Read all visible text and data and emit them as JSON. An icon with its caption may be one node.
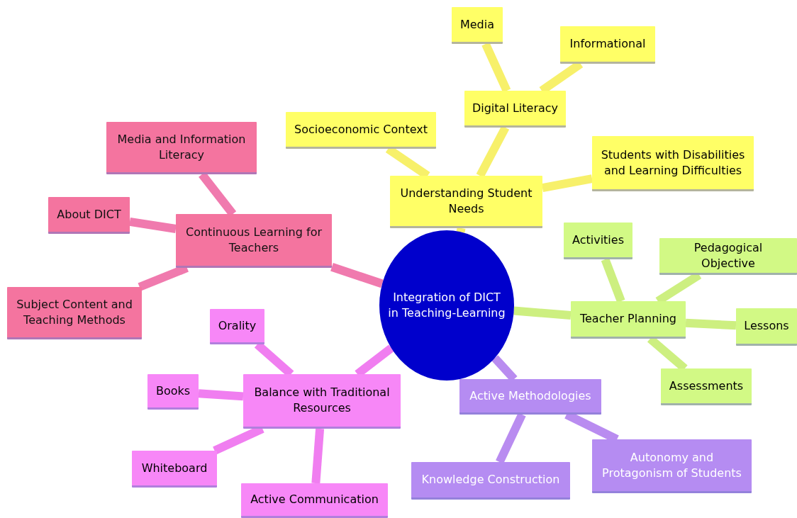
{
  "diagram": {
    "nodes": [
      {
        "text": [
          "Integration of DICT in Teaching-Learning"
        ]
      },
      {
        "text": [
          "Understanding Student Needs"
        ]
      },
      {
        "text": [
          "Digital Literacy"
        ]
      },
      {
        "text": [
          "Media"
        ]
      },
      {
        "text": [
          "Informational"
        ]
      },
      {
        "text": [
          "Socioeconomic Context"
        ]
      },
      {
        "text": [
          "Students with Disabilities and Learning Difficulties"
        ]
      },
      {
        "text": [
          "Continuous Learning for Teachers"
        ]
      },
      {
        "text": [
          "Media and Information Literacy"
        ]
      },
      {
        "text": [
          "About DICT"
        ]
      },
      {
        "text": [
          "Subject Content and Teaching Methods"
        ]
      },
      {
        "text": [
          "Teacher Planning"
        ]
      },
      {
        "text": [
          "Activities"
        ]
      },
      {
        "text": [
          "Pedagogical Objective"
        ]
      },
      {
        "text": [
          "Lessons"
        ]
      },
      {
        "text": [
          "Assessments"
        ]
      },
      {
        "text": [
          "Balance with Traditional Resources"
        ]
      },
      {
        "text": [
          "Orality"
        ]
      },
      {
        "text": [
          "Books"
        ]
      },
      {
        "text": [
          "Whiteboard"
        ]
      },
      {
        "text": [
          "Active Communication"
        ]
      },
      {
        "text": [
          "Active Methodologies"
        ]
      },
      {
        "text": [
          "Knowledge Construction"
        ]
      },
      {
        "text": [
          "Autonomy and Protagonism of Students"
        ]
      }
    ],
    "edges": [
      {
        "from": 0,
        "to": 1,
        "arrow": "none",
        "color": "#f7f06a"
      },
      {
        "from": 1,
        "to": 2,
        "arrow": "none",
        "color": "#f7f06a"
      },
      {
        "from": 2,
        "to": 3,
        "arrow": "none",
        "color": "#f7f06a"
      },
      {
        "from": 2,
        "to": 4,
        "arrow": "none",
        "color": "#f7f06a"
      },
      {
        "from": 1,
        "to": 5,
        "arrow": "none",
        "color": "#f7f06a"
      },
      {
        "from": 1,
        "to": 6,
        "arrow": "none",
        "color": "#f7f06a"
      },
      {
        "from": 0,
        "to": 7,
        "arrow": "none",
        "color": "#f07aae"
      },
      {
        "from": 7,
        "to": 8,
        "arrow": "none",
        "color": "#f07aae"
      },
      {
        "from": 7,
        "to": 9,
        "arrow": "none",
        "color": "#f07aae"
      },
      {
        "from": 7,
        "to": 10,
        "arrow": "none",
        "color": "#f07aae"
      },
      {
        "from": 0,
        "to": 11,
        "arrow": "none",
        "color": "#cdef80"
      },
      {
        "from": 11,
        "to": 12,
        "arrow": "none",
        "color": "#cdef80"
      },
      {
        "from": 11,
        "to": 13,
        "arrow": "none",
        "color": "#cdef80"
      },
      {
        "from": 11,
        "to": 14,
        "arrow": "none",
        "color": "#cdef80"
      },
      {
        "from": 11,
        "to": 15,
        "arrow": "none",
        "color": "#cdef80"
      },
      {
        "from": 0,
        "to": 16,
        "arrow": "none",
        "color": "#f07ef0"
      },
      {
        "from": 16,
        "to": 17,
        "arrow": "none",
        "color": "#f07ef0"
      },
      {
        "from": 16,
        "to": 18,
        "arrow": "none",
        "color": "#f07ef0"
      },
      {
        "from": 16,
        "to": 19,
        "arrow": "none",
        "color": "#f07ef0"
      },
      {
        "from": 16,
        "to": 20,
        "arrow": "none",
        "color": "#f07ef0"
      },
      {
        "from": 0,
        "to": 21,
        "arrow": "none",
        "color": "#b98cf0"
      },
      {
        "from": 21,
        "to": 22,
        "arrow": "none",
        "color": "#b98cf0"
      },
      {
        "from": 21,
        "to": 23,
        "arrow": "none",
        "color": "#b98cf0"
      }
    ]
  }
}
